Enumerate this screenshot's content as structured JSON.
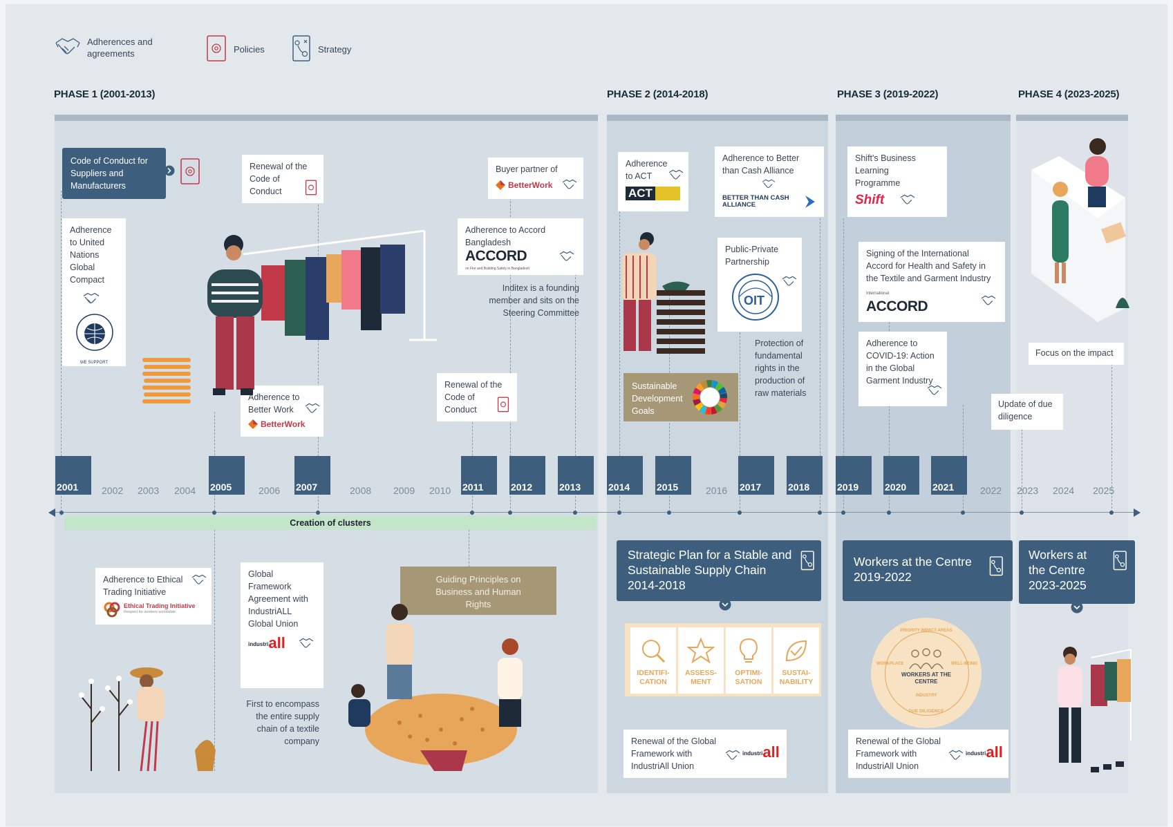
{
  "legend": {
    "adherences": "Adherences and agreements",
    "policies": "Policies",
    "strategy": "Strategy"
  },
  "phases": {
    "p1": "PHASE 1 (2001-2013)",
    "p2": "PHASE 2 (2014-2018)",
    "p3": "PHASE 3 (2019-2022)",
    "p4": "PHASE 4 (2023-2025)"
  },
  "top": {
    "code_of_conduct": "Code of Conduct for Suppliers and Manufacturers",
    "ungc": "Adherence to United Nations Global Compact",
    "ungc_logo_small": "WE SUPPORT",
    "renewal_2007": "Renewal of the Code of Conduct",
    "better_work": "Adherence to Better Work",
    "better_work_logo": "BetterWork",
    "buyer_partner": "Buyer partner of",
    "buyer_logo": "BetterWork",
    "accord_bd": "Adherence to Accord Bangladesh",
    "accord_logo": "ACCORD",
    "accord_sub": "on Fire and Building Safety in Bangladesh",
    "founding_member": "Inditex is a founding member and sits on the Steering Committee",
    "renewal_2011": "Renewal of the Code of Conduct",
    "act": "Adherence to ACT",
    "act_logo": "ACT",
    "btca": "Adherence to Better than Cash Alliance",
    "btca_logo": "BETTER THAN CASH ALLIANCE",
    "ppp": "Public-Private Partnership",
    "ilo_logo": "OIT",
    "raw_materials": "Protection of fundamental rights in the production of raw materials",
    "sdg": "Sustainable Development Goals",
    "shift": "Shift's Business Learning Programme",
    "shift_logo": "Shift",
    "intl_accord": "Signing of the International Accord for Health and Safety in the Textile and Garment Industry",
    "intl_accord_small": "International",
    "intl_accord_logo": "ACCORD",
    "covid": "Adherence to COVID-19: Action in the Global Garment Industry",
    "impact": "Focus on the impact",
    "due_diligence": "Update of due diligence"
  },
  "years": {
    "y2001": "2001",
    "y2002": "2002",
    "y2003": "2003",
    "y2004": "2004",
    "y2005": "2005",
    "y2006": "2006",
    "y2007": "2007",
    "y2008": "2008",
    "y2009": "2009",
    "y2010": "2010",
    "y2011": "2011",
    "y2012": "2012",
    "y2013": "2013",
    "y2014": "2014",
    "y2015": "2015",
    "y2016": "2016",
    "y2017": "2017",
    "y2018": "2018",
    "y2019": "2019",
    "y2020": "2020",
    "y2021": "2021",
    "y2022": "2022",
    "y2023": "2023",
    "y2024": "2024",
    "y2025": "2025"
  },
  "bottom": {
    "clusters": "Creation of clusters",
    "eti": "Adherence to Ethical Trading Initiative",
    "eti_logo": "Ethical Trading Initiative",
    "eti_sub": "Respect for workers worldwide",
    "gfa": "Global Framework Agreement with IndustriALL Global Union",
    "industriall_logo": "all",
    "industriall_prefix": "industri",
    "first_encompass": "First to encompass the entire supply chain of a textile company",
    "guiding": "Guiding Principles on Business and Human Rights",
    "strategic_plan": "Strategic Plan for a Stable and Sustainable Supply Chain 2014-2018",
    "stage1": "IDENTIFI- CATION",
    "stage2": "ASSESS- MENT",
    "stage3": "OPTIMI- SATION",
    "stage4": "SUSTAI- NABILITY",
    "renewal_gfa_1": "Renewal of the Global Framework with IndustriAll Union",
    "wac_2019": "Workers at the Centre 2019-2022",
    "wac_circle_top": "PRIORITY IMPACT AREAS",
    "wac_circle_center": "WORKERS AT THE CENTRE",
    "wac_circle_left": "WORKPLACE",
    "wac_circle_right": "WELL-BEING",
    "wac_circle_bottom": "INDUSTRY",
    "wac_circle_dd": "DUE DILIGENCE",
    "renewal_gfa_2": "Renewal of the Global Framework with IndustriAll Union",
    "wac_2023": "Workers at the Centre 2023-2025"
  },
  "colors": {
    "navy": "#3d5f7d",
    "khaki": "#a69877",
    "green_band": "#c4e6c8",
    "accent_red": "#c23a4a",
    "orange": "#e8a65a"
  }
}
